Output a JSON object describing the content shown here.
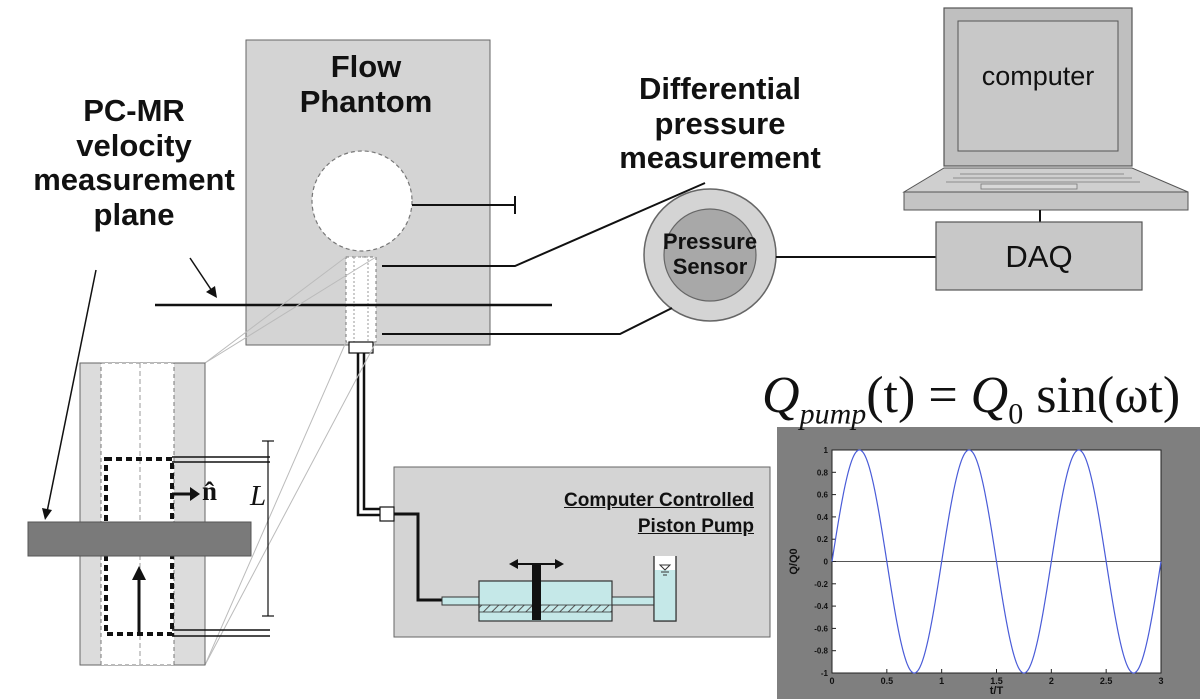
{
  "labels": {
    "pcmr": [
      "PC-MR",
      "velocity",
      "measurement",
      "plane"
    ],
    "flow_phantom": [
      "Flow",
      "Phantom"
    ],
    "diff_pressure": [
      "Differential",
      "pressure",
      "measurement"
    ],
    "pressure_sensor": [
      "Pressure",
      "Sensor"
    ],
    "computer": "computer",
    "daq": "DAQ",
    "pump": [
      "Computer Controlled",
      "Piston Pump"
    ],
    "n_hat": "n̂",
    "length": "L"
  },
  "formula": {
    "q": "Q",
    "sub": "pump",
    "arg": "(t)",
    "eq": " = ",
    "q0": "Q",
    "q0_sub": "0",
    "fn": " sin",
    "fn_arg": "(ωt)"
  },
  "colors": {
    "phantom_gray": "#d4d4d4",
    "plot_frame": "#7f7f7f",
    "fluid": "#c5e8e8",
    "sine": "#4a5cd8"
  },
  "chart_data": {
    "type": "line",
    "title": "",
    "xlabel": "t/T",
    "ylabel": "Q/Q0",
    "xlim": [
      0,
      3
    ],
    "ylim": [
      -1,
      1
    ],
    "xticks": [
      "0",
      "0.5",
      "1",
      "1.5",
      "2",
      "2.5",
      "3"
    ],
    "yticks": [
      "-1",
      "-0.8",
      "-0.6",
      "-0.4",
      "-0.2",
      "0",
      "0.2",
      "0.4",
      "0.6",
      "0.8",
      "1"
    ],
    "series": [
      {
        "function": "sin(2*pi*x)",
        "x_start": 0,
        "x_end": 3
      }
    ],
    "grid": false
  }
}
